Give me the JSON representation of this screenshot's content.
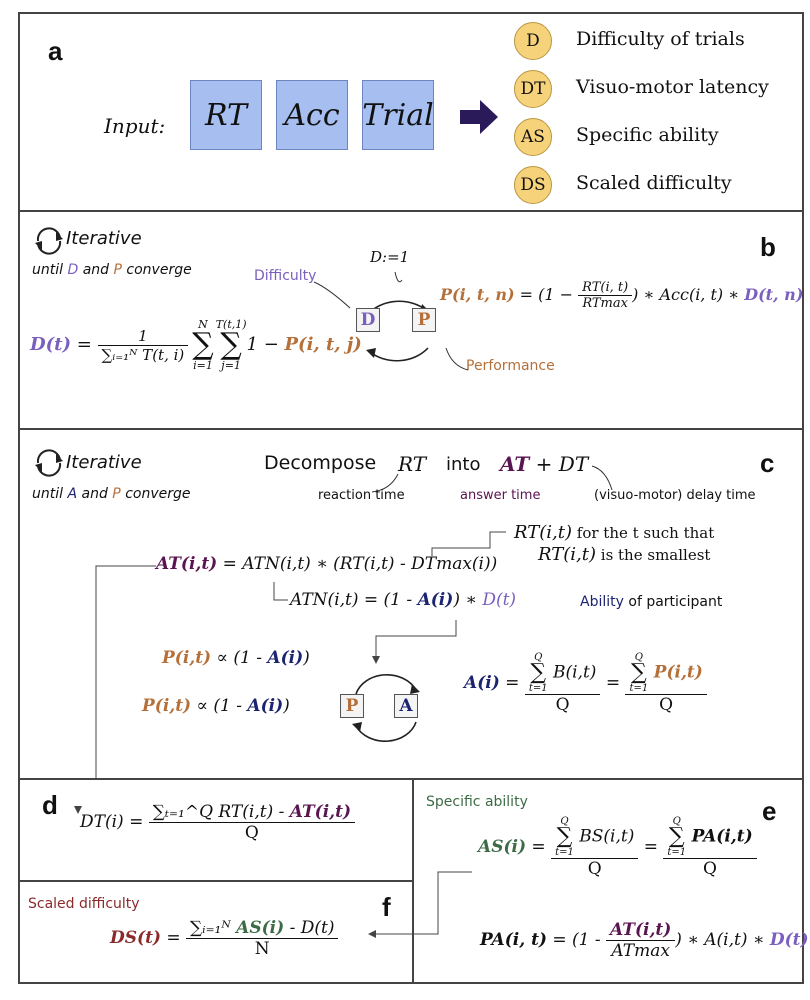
{
  "panel_a": {
    "label": "a",
    "input_label": "Input:",
    "boxes": [
      "RT",
      "Acc",
      "Trial"
    ],
    "outputs": [
      {
        "abbr": "D",
        "desc": "Difficulty of trials"
      },
      {
        "abbr": "DT",
        "desc": "Visuo-motor latency"
      },
      {
        "abbr": "AS",
        "desc": "Specific ability"
      },
      {
        "abbr": "DS",
        "desc": "Scaled difficulty"
      }
    ]
  },
  "panel_b": {
    "label": "b",
    "iterative": "Iterative",
    "until_prefix": "until ",
    "until_d": "D",
    "until_mid": " and ",
    "until_p": "P",
    "until_suffix": " converge",
    "difficulty": "Difficulty",
    "performance": "Performance",
    "init": "D:=1",
    "node_d": "D",
    "node_p": "P",
    "dt_lhs": "D(t)",
    "dt_eq": " = ",
    "dt_num": "1",
    "dt_den": "∑ᵢ₌₁ᴺ T(t, i)",
    "dt_sum1_top": "N",
    "dt_sum1_bot": "i=1",
    "dt_sum2_top": "T(t,1)",
    "dt_sum2_bot": "j=1",
    "dt_rest": "1 − ",
    "dt_p": "P(i, t, j)",
    "p_lhs": "P(i, t, n)",
    "p_eq": " = ",
    "p_open": "(1 − ",
    "p_num": "RT(i, t)",
    "p_den": "RTmax",
    "p_close": ")",
    "p_acc": " ∗ Acc(i, t) ∗ ",
    "p_dtn": "D(t, n)"
  },
  "panel_c": {
    "label": "c",
    "iterative": "Iterative",
    "until_prefix": "until ",
    "until_a": "A",
    "until_mid": " and ",
    "until_p": "P",
    "until_suffix": " converge",
    "decompose": "Decompose",
    "rt": "RT",
    "into": "into",
    "at": "AT",
    "plus_dt": " + DT",
    "reaction_time": "reaction time",
    "answer_time": "answer time",
    "delay_time": "(visuo-motor) delay time",
    "note1_expr": "RT(i,t)",
    "note1_text": " for the t such that",
    "note2_expr": "RT(i,t)",
    "note2_text": " is the smallest",
    "at_lhs": "AT(i,t)",
    "at_rhs": " = ATN(i,t) ∗ (RT(i,t) - DTmax(i))",
    "atn_lhs": "ATN(i,t) = (1 - ",
    "atn_a": "A(i)",
    "atn_rest": ") ∗ ",
    "atn_d": "D(t)",
    "ability": "Ability",
    "of_participant": " of participant",
    "prop1_lhs": "P(i,t)",
    "prop1_rest": " ∝ (1 - ",
    "prop1_a": "A(i)",
    "prop1_close": ")",
    "prop2_lhs": "P(i,t)",
    "prop2_rest": " ∝ (1 - ",
    "prop2_a": "A(i)",
    "prop2_close": ")",
    "node_p": "P",
    "node_a": "A",
    "ai_lhs": "A(i)",
    "ai_eq": " = ",
    "sum_top": "Q",
    "sum_bot": "t=1",
    "ai_num1": "B(i,t)",
    "ai_den": "Q",
    "ai_eq2": " = ",
    "ai_num2": "P(i,t)"
  },
  "panel_d": {
    "label": "d",
    "lhs": "DT(i) = ",
    "num_sum": "∑ₜ₌₁^Q RT(i,t) - ",
    "num_at": "AT(i,t)",
    "den": "Q"
  },
  "panel_e": {
    "label": "e",
    "title": "Specific ability",
    "as_lhs": "AS(i)",
    "as_eq": " = ",
    "sum_top": "Q",
    "sum_bot": "t=1",
    "as_num1": "BS(i,t)",
    "as_den": "Q",
    "as_eq2": " = ",
    "as_num2": "PA(i,t)",
    "pa_lhs": "PA(i, t)",
    "pa_eq": " = (1 - ",
    "pa_num": "AT(i,t)",
    "pa_den": "ATmax",
    "pa_rest": ") ∗ A(i,t) ∗ ",
    "pa_d": "D(t)"
  },
  "panel_f": {
    "label": "f",
    "title": "Scaled difficulty",
    "lhs": "DS(t)",
    "eq": " = ",
    "num_sum": "∑ᵢ₌₁ᴺ ",
    "num_as": "AS(i)",
    "num_rest": " - D(t)",
    "den": "N"
  },
  "colors": {
    "difficulty": "#7b5fbf",
    "performance": "#b5703a",
    "answer": "#5a1450",
    "ability": "#1c2370",
    "specific": "#3d6b46",
    "scaled": "#8a2a2a",
    "input_box": "#a6bff0",
    "output_circle": "#f6d27a"
  }
}
